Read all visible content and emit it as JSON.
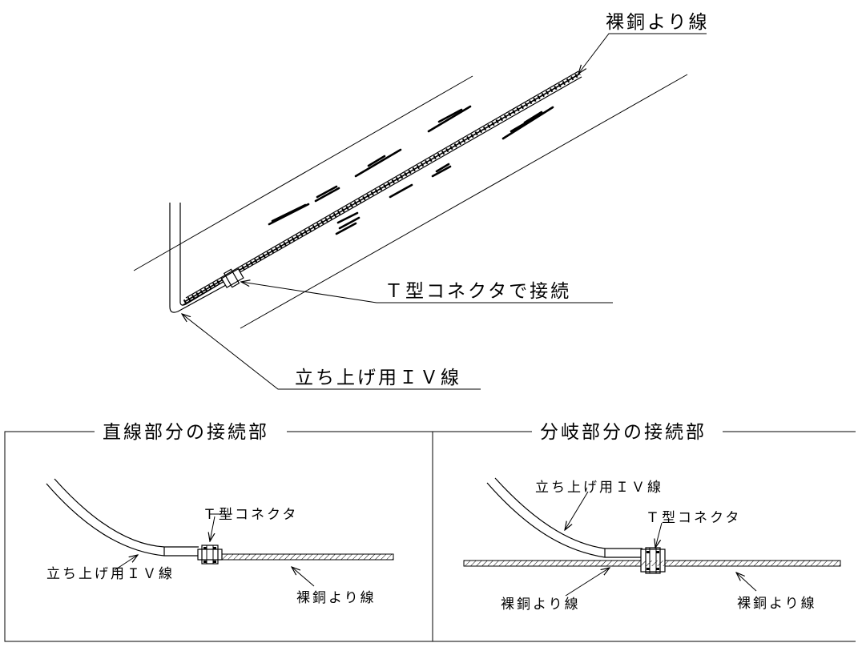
{
  "top": {
    "bare_wire_label": "裸銅より線",
    "connector_label": "Ｔ型コネクタで接続",
    "riser_label": "立ち上げ用ＩＶ線"
  },
  "left_panel": {
    "title": "直線部分の接続部",
    "connector_label": "Ｔ型コネクタ",
    "riser_label": "立ち上げ用ＩＶ線",
    "bare_wire_label": "裸銅より線"
  },
  "right_panel": {
    "title": "分岐部分の接続部",
    "riser_label": "立ち上げ用ＩＶ線",
    "connector_label": "Ｔ型コネクタ",
    "bare_wire_left_label": "裸銅より線",
    "bare_wire_right_label": "裸銅より線"
  }
}
